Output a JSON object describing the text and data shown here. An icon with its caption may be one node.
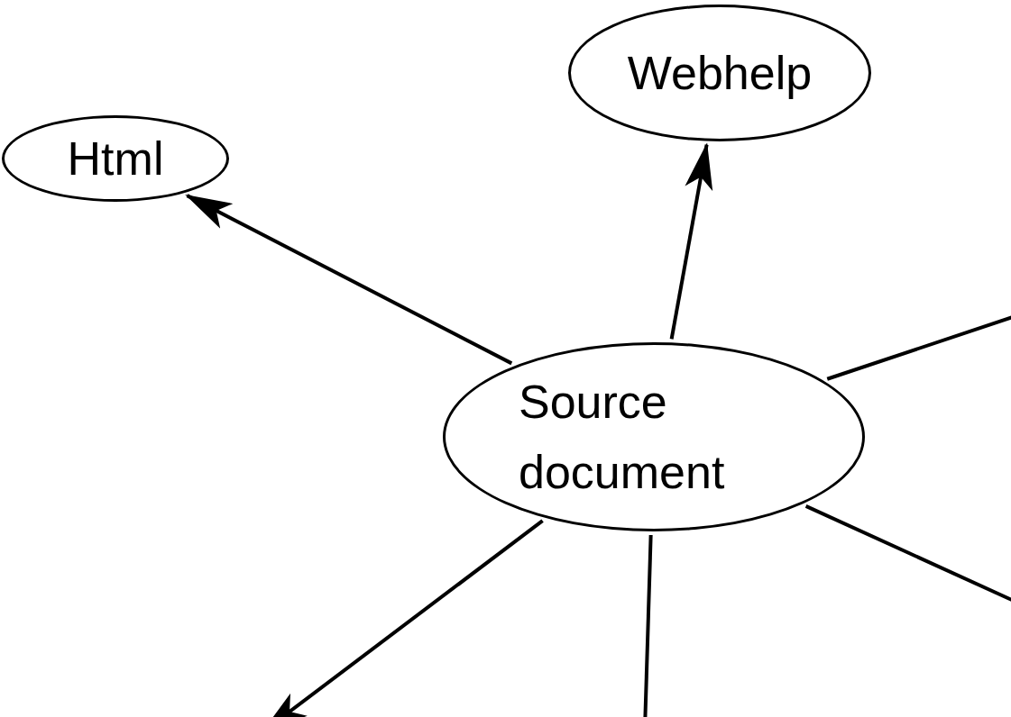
{
  "diagram": {
    "nodes": [
      {
        "text": [
          "Html"
        ]
      },
      {
        "text": [
          "Webhelp"
        ]
      },
      {
        "text": [
          "Source document"
        ]
      }
    ],
    "edges": [
      {
        "from": 2,
        "to": 0,
        "arrow": "to"
      },
      {
        "from": 2,
        "to": 1,
        "arrow": "to"
      },
      {
        "from": 2,
        "to": null,
        "arrow": "none"
      },
      {
        "from": 2,
        "to": null,
        "arrow": "none"
      },
      {
        "from": 2,
        "to": null,
        "arrow": "none"
      },
      {
        "from": 2,
        "to": null,
        "arrow": "to"
      }
    ]
  }
}
